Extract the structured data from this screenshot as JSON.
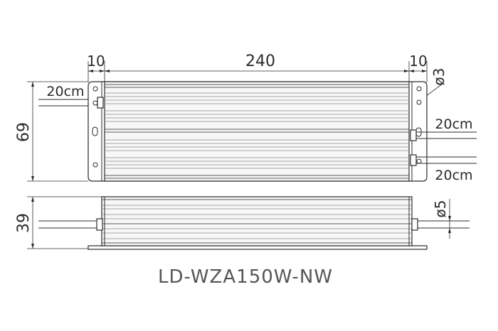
{
  "dimensions": {
    "left_flange": "10",
    "length": "240",
    "right_flange": "10",
    "height": "69",
    "thickness": "39",
    "hole_diameter": "ø3",
    "cable_diameter": "ø5"
  },
  "cables": {
    "left_top": "20cm",
    "right_top": "20cm",
    "right_bottom": "20cm"
  },
  "model": "LD-WZA150W-NW",
  "colors": {
    "line": "#2b2b2b",
    "rib": "#8a8a8a",
    "body": "#f7f7f7",
    "model_text": "#555555"
  }
}
